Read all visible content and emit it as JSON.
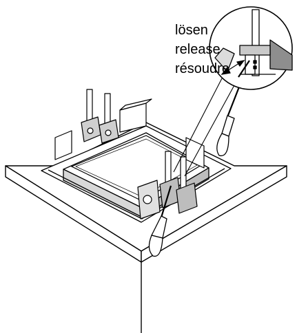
{
  "labels": {
    "de": "lösen",
    "en": "release",
    "fr": "résoudre"
  },
  "colors": {
    "stroke": "#000000",
    "fill": "#ffffff",
    "shade": "#c9c9c9",
    "shade_dark": "#8e8e8e",
    "handle": "#ffffff"
  }
}
